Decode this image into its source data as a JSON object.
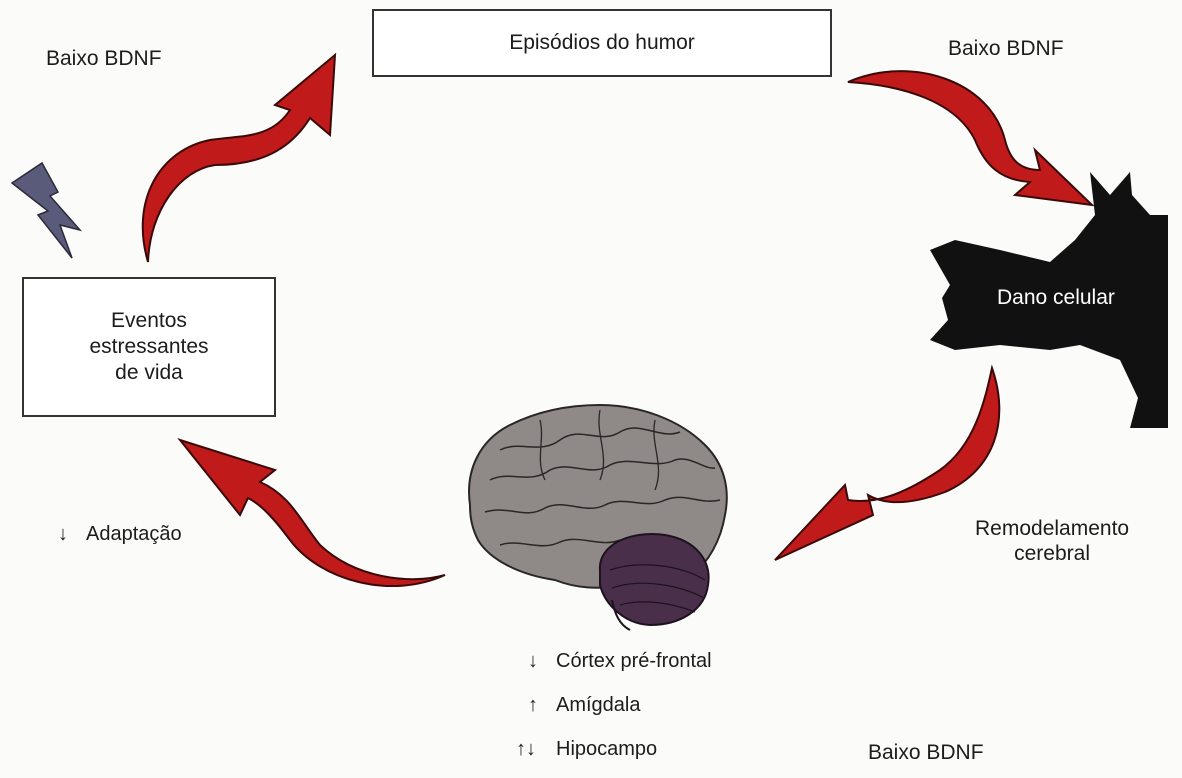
{
  "nodes": {
    "mood_episodes": "Episódios do humor",
    "stressful_events": "Eventos\nestressantes\nde vida",
    "cell_damage": "Dano celular",
    "brain_remodeling": "Remodelamento\ncerebral"
  },
  "labels": {
    "low_bdnf_top_left": "Baixo BDNF",
    "low_bdnf_top_right": "Baixo BDNF",
    "low_bdnf_bottom": "Baixo BDNF",
    "adaptation": "Adaptação"
  },
  "brain_regions": [
    {
      "arrows": "↓",
      "name": "Córtex pré-frontal"
    },
    {
      "arrows": "↑",
      "name": "Amígdala"
    },
    {
      "arrows": "↑↓",
      "name": "Hipocampo"
    }
  ],
  "colors": {
    "arrow_fill": "#c01a1a",
    "arrow_stroke": "#3a0a0a",
    "cell_fill": "#111111",
    "brain_fill": "#8f8a88",
    "cerebellum_fill": "#4a2f4a",
    "lightning_fill": "#5a5a7a"
  },
  "icons": [
    "lightning-icon",
    "brain-icon",
    "cell-icon"
  ]
}
